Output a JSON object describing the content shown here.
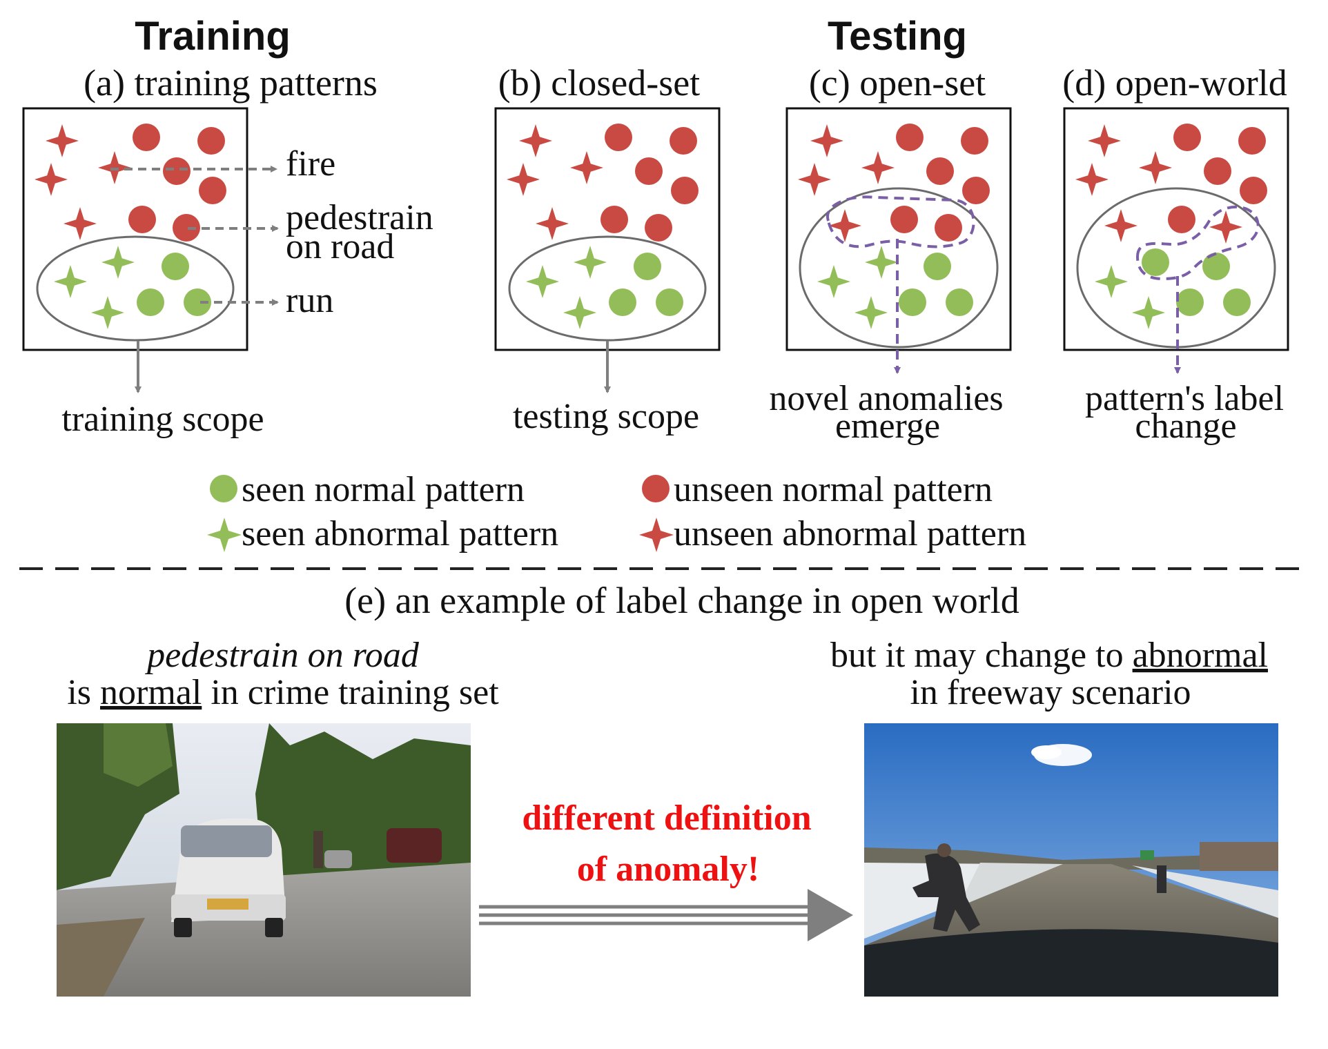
{
  "headers": {
    "training": "Training",
    "testing": "Testing"
  },
  "panels": {
    "a": {
      "title": "(a) training patterns",
      "scope": "training scope"
    },
    "b": {
      "title": "(b) closed-set",
      "scope": "testing scope"
    },
    "c": {
      "title": "(c) open-set",
      "note_line1": "novel anomalies",
      "note_line2": "emerge"
    },
    "d": {
      "title": "(d) open-world",
      "note_line1": "pattern's label",
      "note_line2": "change"
    }
  },
  "callouts": {
    "fire": "fire",
    "pedestrian_line1": "pedestrain",
    "pedestrian_line2": "on road",
    "run": "run"
  },
  "legend": {
    "seen_normal": "seen normal pattern",
    "unseen_normal": "unseen normal pattern",
    "seen_abnormal": "seen abnormal pattern",
    "unseen_abnormal": "unseen abnormal pattern"
  },
  "example": {
    "title": "(e) an example of label change in open world",
    "left_line1": "pedestrain on road",
    "left_line2_prefix": "is ",
    "left_line2_underlined": "normal",
    "left_line2_suffix": " in crime training set",
    "right_line1_prefix": "but it may change to ",
    "right_line1_underlined": "abnormal",
    "right_line2": "in freeway scenario",
    "center_line1": "different definition",
    "center_line2": "of anomaly!"
  },
  "colors": {
    "normal_green": "#93bd59",
    "abnormal_red": "#c94a42",
    "novel_purple": "#7a5fa6",
    "arrow_gray": "#7f7f7f",
    "emphasis_red": "#ee1111"
  },
  "icons": {
    "seen_normal": "green-circle-icon",
    "unseen_normal": "red-circle-icon",
    "seen_abnormal": "green-star-icon",
    "unseen_abnormal": "red-star-icon"
  }
}
